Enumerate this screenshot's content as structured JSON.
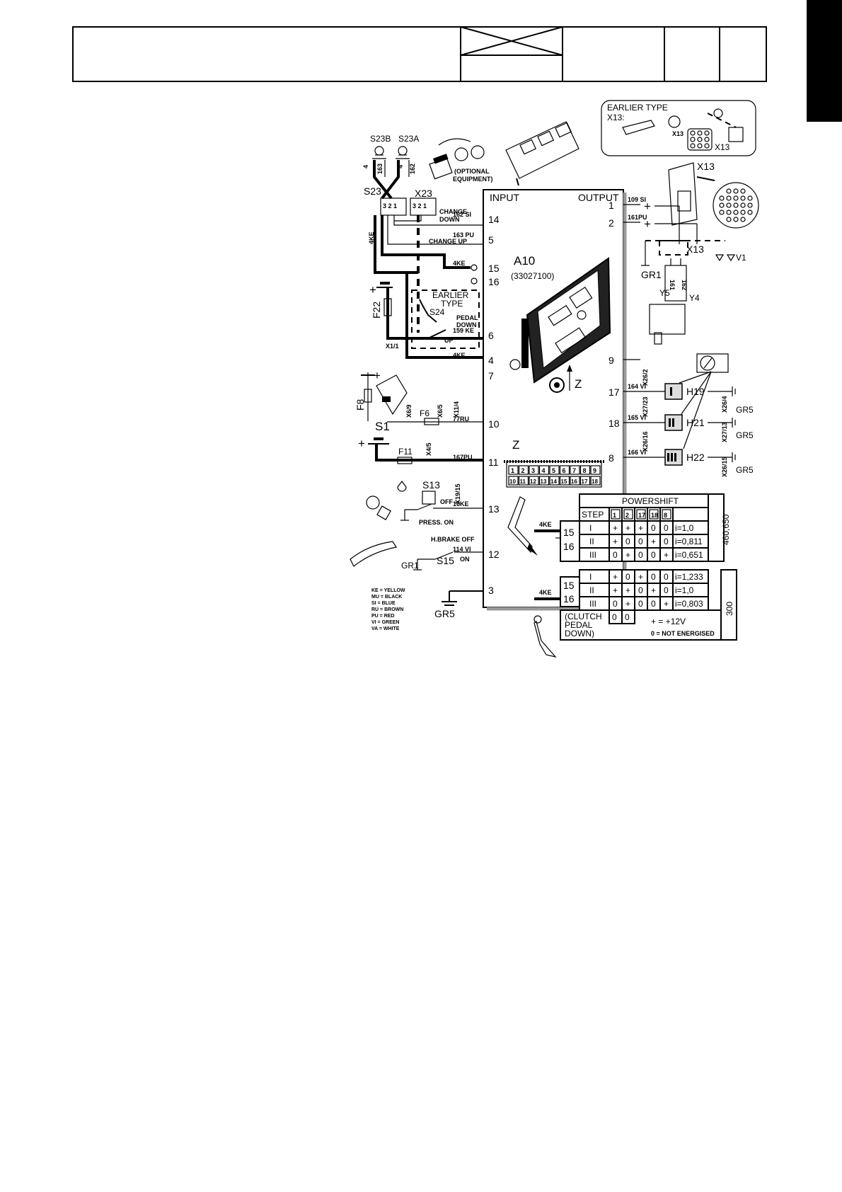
{
  "header": {
    "cells": [
      "",
      "",
      "",
      "",
      "",
      ""
    ]
  },
  "module": {
    "input_label": "INPUT",
    "output_label": "OUTPUT",
    "name": "A10",
    "part_no": "(33027100)",
    "z_label": "Z",
    "z_label2": "Z",
    "input_pins": [
      {
        "pin": "14",
        "wire": "162 SI"
      },
      {
        "pin": "5",
        "wire": "163 PU"
      },
      {
        "pin": "15",
        "wire": "4KE"
      },
      {
        "pin": "16",
        "wire": ""
      },
      {
        "pin": "6",
        "wire": "159 KE"
      },
      {
        "pin": "4",
        "wire": "4KE"
      },
      {
        "pin": "7",
        "wire": ""
      },
      {
        "pin": "10",
        "wire": "77RU"
      },
      {
        "pin": "11",
        "wire": "167PU"
      },
      {
        "pin": "13",
        "wire": "16KE"
      },
      {
        "pin": "12",
        "wire": "114 VI"
      },
      {
        "pin": "3",
        "wire": ""
      }
    ],
    "output_pins": [
      {
        "pin": "1",
        "wire": "109 SI",
        "conn": ""
      },
      {
        "pin": "2",
        "wire": "161PU",
        "conn": ""
      },
      {
        "pin": "9",
        "wire": "",
        "conn": ""
      },
      {
        "pin": "17",
        "wire": "164 VI",
        "conn": "X26/2"
      },
      {
        "pin": "18",
        "wire": "165 VI",
        "conn": "X27/23"
      },
      {
        "pin": "8",
        "wire": "166 VI",
        "conn": "X26/16"
      }
    ],
    "connector_top": [
      "1",
      "2",
      "3",
      "4",
      "5",
      "6",
      "7",
      "8",
      "9"
    ],
    "connector_bottom": [
      "10",
      "11",
      "12",
      "13",
      "14",
      "15",
      "16",
      "17",
      "18"
    ]
  },
  "labels": {
    "s23b": "S23B",
    "s23a": "S23A",
    "s23": "S23",
    "x23": "X23",
    "w4a": "4",
    "w163": "163",
    "w4b": "4",
    "w162": "162",
    "w4ke": "4KE",
    "pin_row": "3 2 1",
    "pin_row2": "3 2 1",
    "change_down": "CHANGE",
    "change_down2": "DOWN",
    "change_up": "CHANGE UP",
    "optional": "(OPTIONAL",
    "optional2": "EQUIPMENT)",
    "f22": "F22",
    "x11": "X1/1",
    "earlier": "EARLIER",
    "type": "TYPE",
    "s24": "S24",
    "pedal": "PEDAL",
    "down": "DOWN",
    "up": "UP",
    "f8": "F8",
    "s1": "S1",
    "f6": "F6",
    "x69": "X6/9",
    "x65": "X6/5",
    "x114": "X11/4",
    "f11": "F11",
    "x45": "X4/5",
    "s13": "S13",
    "x1915": "X19/15",
    "off": "OFF",
    "press_on": "PRESS. ON",
    "hbrake_off": "H.BRAKE OFF",
    "on": "ON",
    "s15": "S15",
    "gr1": "GR1",
    "gr5": "GR5",
    "earlier_type": "EARLIER TYPE",
    "x13_colon": "X13:",
    "x13a": "X13",
    "x13b": "X13",
    "x13c": "X13",
    "x13d": "X13",
    "gr1b": "GR1",
    "v1": "V1",
    "y5": "Y5",
    "y4": "Y4",
    "h19": "H19",
    "h21": "H21",
    "h22": "H22",
    "x264": "X26/4",
    "x2713": "X27/13",
    "x2615": "X26/15",
    "gr5a": "GR5",
    "gr5b": "GR5",
    "gr5c": "GR5",
    "w161": "161",
    "w162b": "162",
    "w109": "109 SI",
    "ke15": "4KE",
    "ke15b": "4KE"
  },
  "legend": [
    "KE = YELLOW",
    "MU = BLACK",
    "SI = BLUE",
    "RU = BROWN",
    "PU = RED",
    "VI = GREEN",
    "VA = WHITE"
  ],
  "table1": {
    "title": "POWERSHIFT",
    "header": [
      "STEP",
      "1",
      "2",
      "17",
      "18",
      "8"
    ],
    "rows": [
      [
        "I",
        "+",
        "+",
        "+",
        "0",
        "0",
        "i=1,0"
      ],
      [
        "II",
        "+",
        "0",
        "0",
        "+",
        "0",
        "i=0,811"
      ],
      [
        "III",
        "0",
        "+",
        "0",
        "0",
        "+",
        "i=0,651"
      ]
    ],
    "side": "460,650",
    "pins": [
      "15",
      "16"
    ]
  },
  "table2": {
    "rows": [
      [
        "I",
        "+",
        "0",
        "+",
        "0",
        "0",
        "i=1,233"
      ],
      [
        "II",
        "+",
        "+",
        "0",
        "+",
        "0",
        "i=1,0"
      ],
      [
        "III",
        "0",
        "+",
        "0",
        "0",
        "+",
        "i=0,803"
      ]
    ],
    "clutch": [
      "(CLUTCH",
      "PEDAL",
      "DOWN)"
    ],
    "clutch_vals": [
      "0",
      "0"
    ],
    "plus_note": "+ = +12V",
    "zero_note": "0 = NOT ENERGISED",
    "side": "300",
    "pins": [
      "15",
      "16"
    ]
  }
}
